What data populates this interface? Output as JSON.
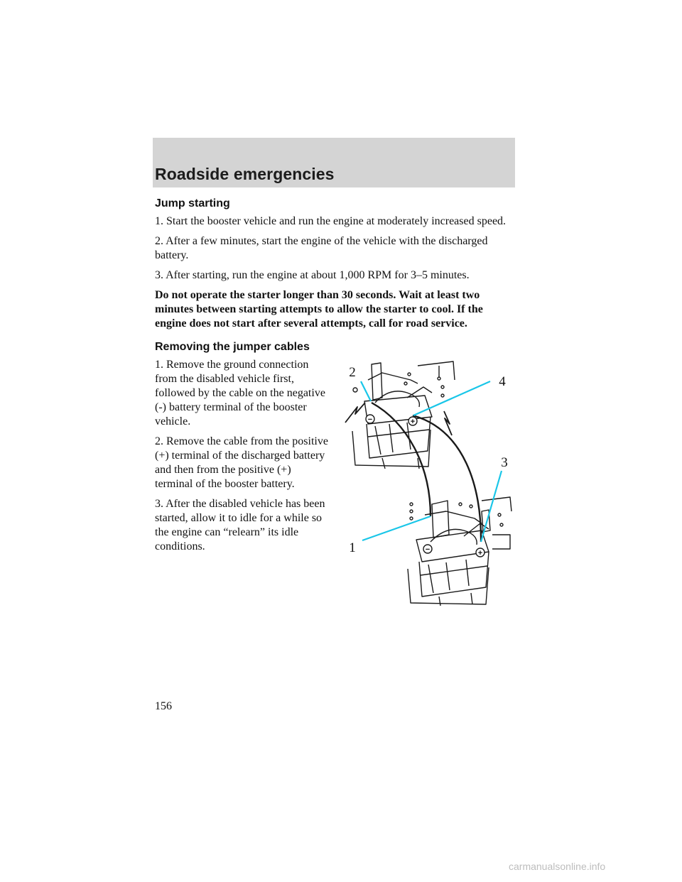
{
  "header": {
    "title": "Roadside emergencies"
  },
  "jump_starting": {
    "heading": "Jump starting",
    "steps": [
      "1. Start the booster vehicle and run the engine at moderately increased speed.",
      "2. After a few minutes, start the engine of the vehicle with the discharged battery.",
      "3. After starting, run the engine at about 1,000 RPM for 3–5 minutes."
    ],
    "warning": "Do not operate the starter longer than 30 seconds. Wait at least two minutes between starting attempts to allow the starter to cool. If the engine does not start after several attempts, call for road service."
  },
  "removing": {
    "heading": "Removing the jumper cables",
    "steps": [
      "1. Remove the ground connection from the disabled vehicle first, followed by the cable on the negative (-) battery terminal of the booster vehicle.",
      "2. Remove the cable from the positive (+) terminal of the discharged battery and then from the positive (+) terminal of the booster battery.",
      "3. After the disabled vehicle has been started, allow it to idle for a while so the engine can “relearn” its idle conditions."
    ]
  },
  "figure": {
    "callouts": [
      "2",
      "4",
      "3",
      "1"
    ],
    "terminal_signs": {
      "negative": "−",
      "positive": "+"
    },
    "colors": {
      "leader_line": "#19c6e8",
      "line_art": "#1a1a1a"
    }
  },
  "page_number": "156",
  "watermark": "carmanualsonline.info"
}
